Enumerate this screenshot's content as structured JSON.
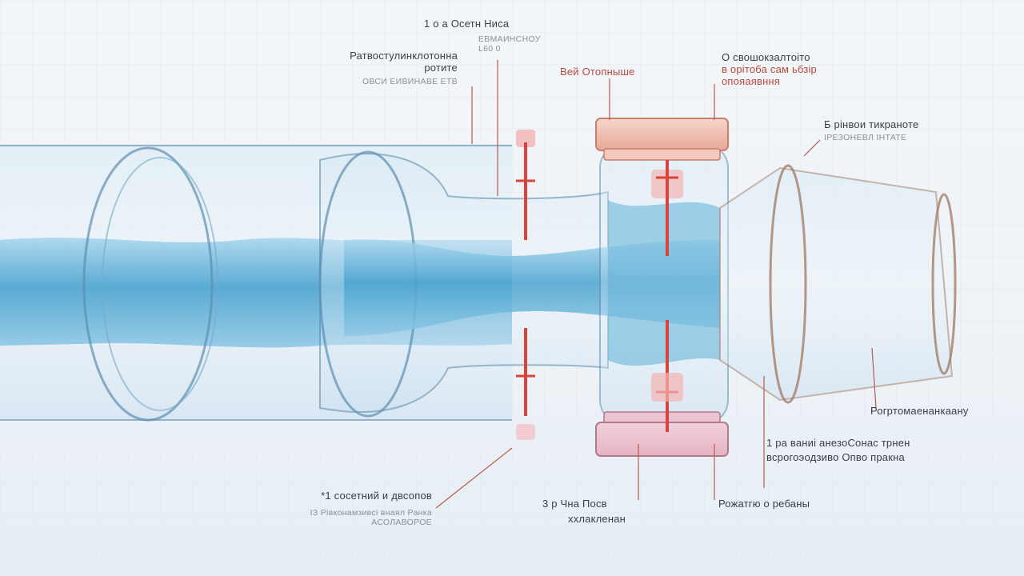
{
  "colors": {
    "background": "#eef3f7",
    "water": "#4aa3cf",
    "pipe_outline": "#5d8fb0",
    "valve_red": "#d9433a",
    "cap_pink": "#e8a89a",
    "leader_line": "#b85a4e"
  },
  "labels": {
    "top_center": {
      "line1": "1 о а Осетн Ниса",
      "line2": "ЕВМАИНСНОУ",
      "line3": "L60 0"
    },
    "top_left": {
      "line1": "Ратвостулинклотонна",
      "line2": "ротите",
      "line3": "ОВСИ ЕИВИНАВЕ ЕТВ"
    },
    "top_mid_red": {
      "line1": "Вей Отопныше"
    },
    "top_right": {
      "line1": "О свошокзалтоіто",
      "line2": "в орітоба сам ьбзір",
      "line3": "опояаявння"
    },
    "right_upper": {
      "line1": "Б рінвои тикраноте",
      "line2": "ІРЕЗОНЕВЛ ІНТАТЕ"
    },
    "right_lower": {
      "line1": "Рогртомаенанкаану"
    },
    "right_bottom": {
      "line1": "1 ра ваниі анезоСонас трнен",
      "line2": "всрогоэодзиво Опво пракна"
    },
    "bottom_left": {
      "line1": "*1 сосетний и двсопов",
      "line2": "ІЗ Рівконамзивсі внаял Ранка",
      "line3": "АСОЛАВОРОЕ"
    },
    "bottom_center": {
      "line1": "3 р Чна Посв",
      "line2": "ххлакленан"
    },
    "bottom_right": {
      "line1": "Рожатгю о ребаны"
    }
  }
}
